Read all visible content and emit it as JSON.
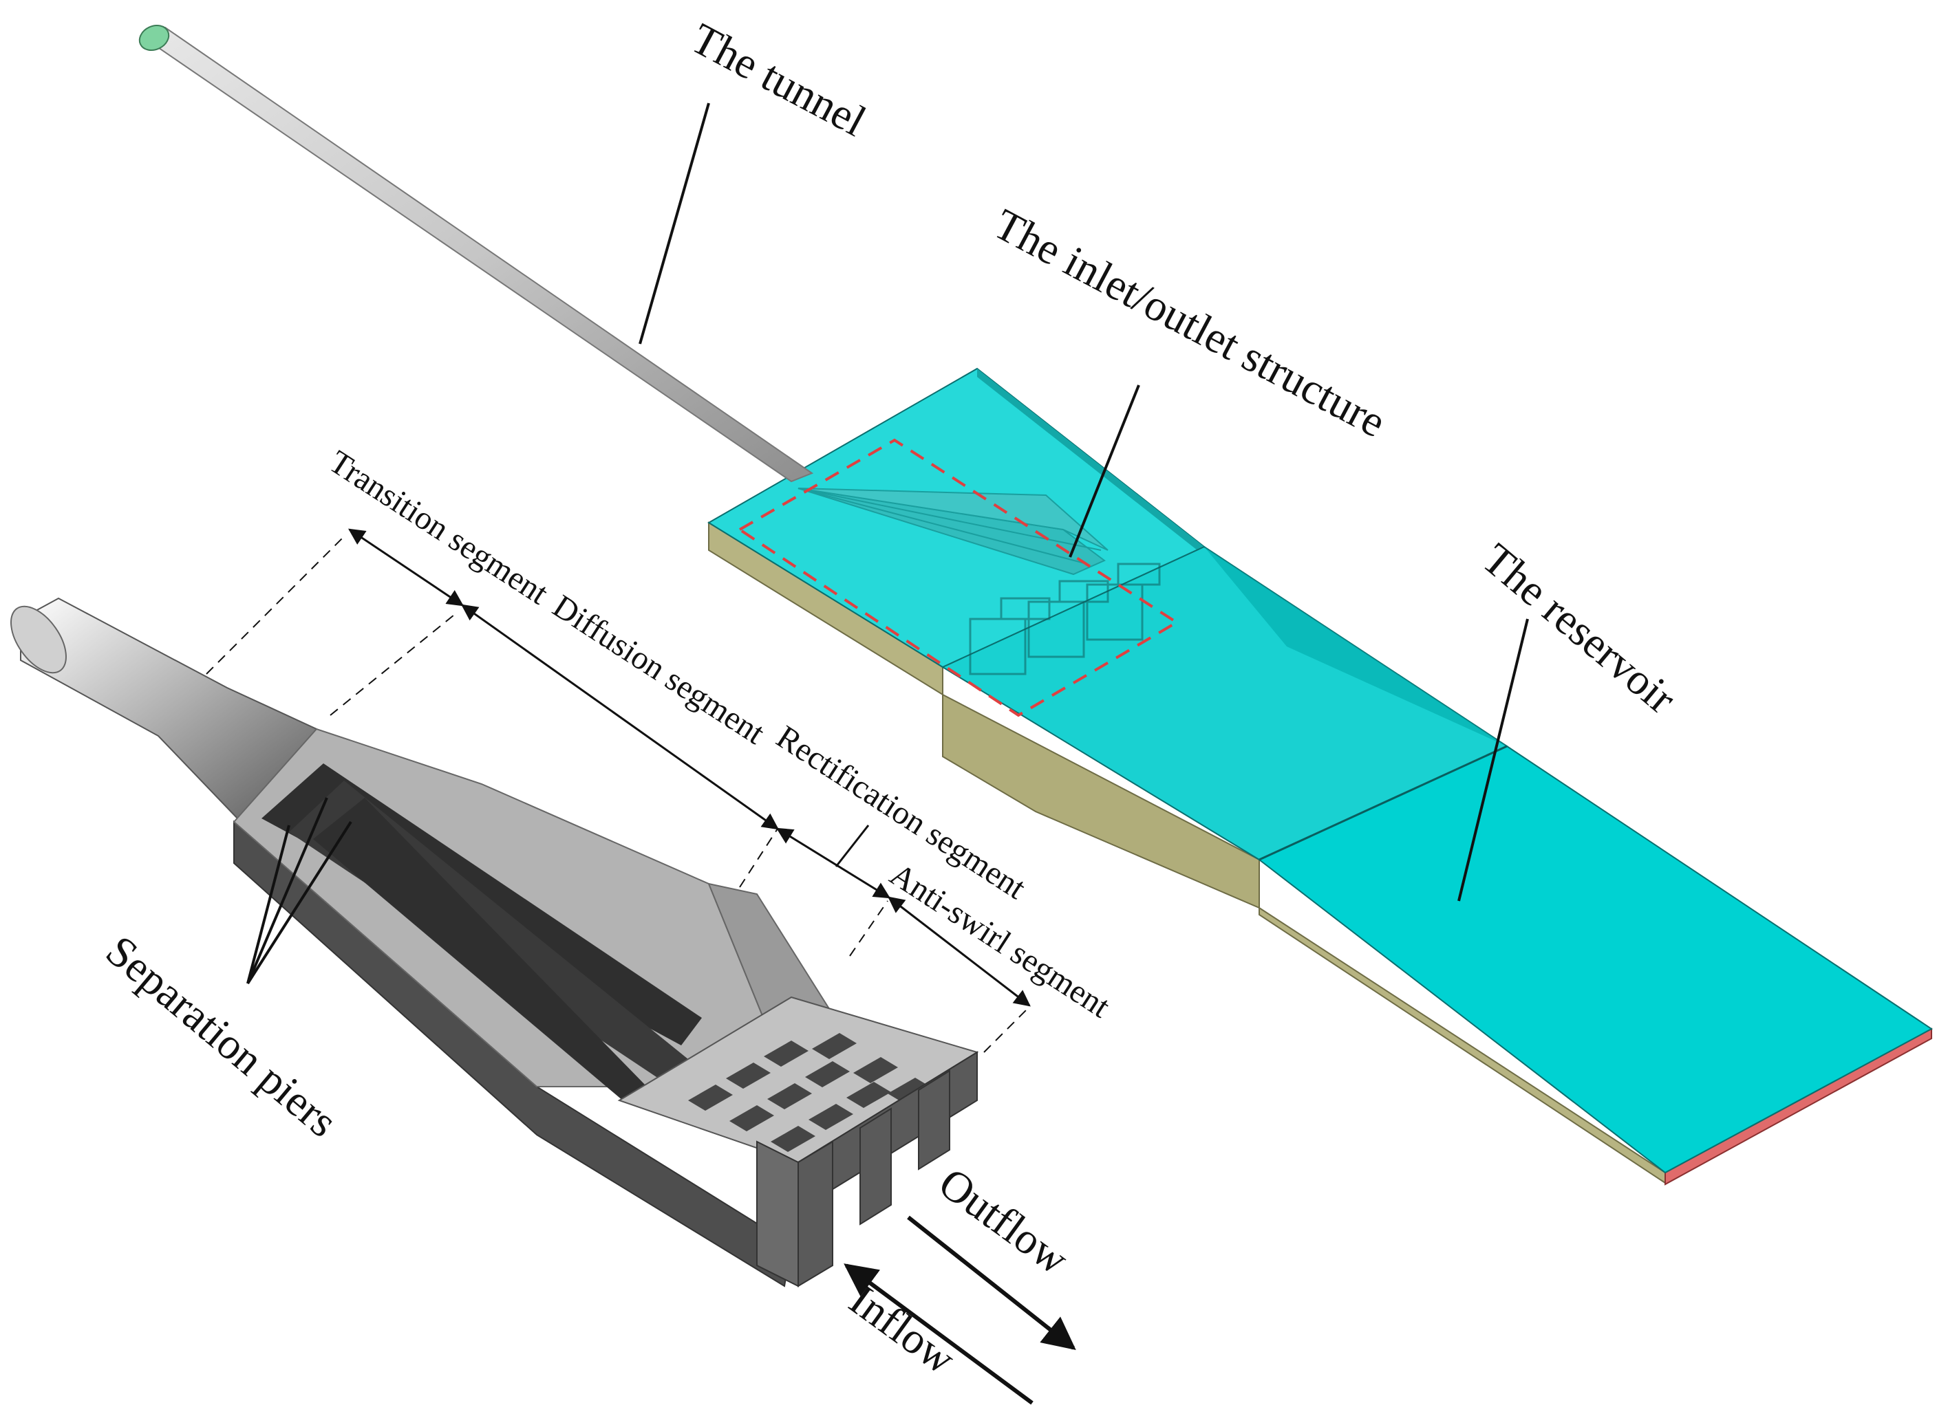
{
  "labels": {
    "tunnel": "The tunnel",
    "inlet_outlet": "The inlet/outlet structure",
    "reservoir": "The reservoir",
    "transition": "Transition segment",
    "diffusion": "Diffusion segment",
    "rectification": "Rectification segment",
    "anti_swirl": "Anti-swirl segment",
    "separation_piers": "Separation piers",
    "outflow": "Outflow",
    "inflow": "Inflow"
  },
  "colors": {
    "water": "#00d2d2",
    "water_dark": "#00b4b4",
    "soil": "#b7b482",
    "soil_dark": "#8f8c5e",
    "outlet_edge": "#e06b6b",
    "pipe": "#c9c9c9",
    "pipe_end": "#7fd3a0",
    "structure_top": "#b3b3b3",
    "structure_side": "#7a7a7a",
    "structure_dark": "#4e4e4e",
    "highlight_box": "#e04040"
  }
}
